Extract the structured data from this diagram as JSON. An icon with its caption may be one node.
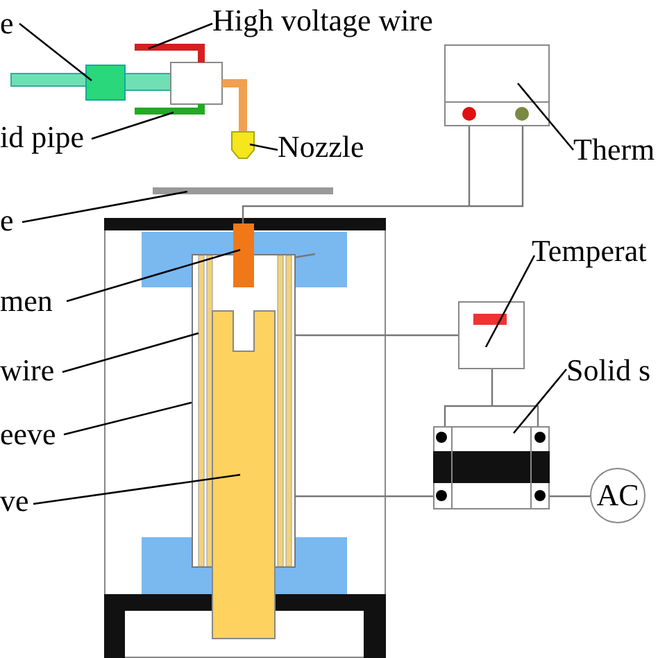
{
  "diagram": {
    "nodes": [
      {
        "text": [
          "e"
        ]
      },
      {
        "text": [],
        "shape": "box"
      },
      {
        "text": [
          "High voltage wire"
        ]
      },
      {
        "text": [],
        "shape": "bar"
      },
      {
        "text": [
          "id pipe"
        ]
      },
      {
        "text": [],
        "shape": "bar"
      },
      {
        "text": [
          "Nozzle"
        ]
      },
      {
        "text": [],
        "shape": "box"
      },
      {
        "text": [
          "Therm"
        ]
      },
      {
        "text": [],
        "shape": "box"
      },
      {
        "text": [
          "e"
        ]
      },
      {
        "text": [],
        "shape": "bar"
      },
      {
        "text": [
          "men"
        ]
      },
      {
        "text": [],
        "shape": "bar"
      },
      {
        "text": [
          "wire"
        ]
      },
      {
        "text": [],
        "shape": "bar"
      },
      {
        "text": [
          "eeve"
        ]
      },
      {
        "text": [],
        "shape": "box"
      },
      {
        "text": [
          "ve"
        ]
      },
      {
        "text": [],
        "shape": "bar"
      },
      {
        "text": [
          "Temperat"
        ]
      },
      {
        "text": [],
        "shape": "box"
      },
      {
        "text": [
          "Solid s"
        ]
      },
      {
        "text": [],
        "shape": "box"
      },
      {
        "text": [
          "AC"
        ]
      }
    ],
    "edges": [
      {
        "from": 0,
        "to": 1,
        "arrow": "none"
      },
      {
        "from": 2,
        "to": 3,
        "arrow": "none"
      },
      {
        "from": 4,
        "to": 5,
        "arrow": "none"
      },
      {
        "from": 6,
        "to": 7,
        "arrow": "none"
      },
      {
        "from": 8,
        "to": 9,
        "arrow": "none"
      },
      {
        "from": 10,
        "to": 11,
        "arrow": "none"
      },
      {
        "from": 12,
        "to": 13,
        "arrow": "none"
      },
      {
        "from": 14,
        "to": 15,
        "arrow": "none"
      },
      {
        "from": 16,
        "to": 17,
        "arrow": "none"
      },
      {
        "from": 18,
        "to": 19,
        "arrow": "none"
      },
      {
        "from": 20,
        "to": 21,
        "arrow": "none"
      },
      {
        "from": 22,
        "to": 23,
        "arrow": "none"
      },
      {
        "from": 13,
        "to": 9,
        "arrow": "none",
        "color": "#777777"
      },
      {
        "from": 13,
        "to": null,
        "arrow": "none",
        "color": "#777777"
      },
      {
        "from": 21,
        "to": 17,
        "arrow": "none",
        "color": "#777777"
      },
      {
        "from": 21,
        "to": 23,
        "arrow": "none",
        "color": "#777777"
      },
      {
        "from": 23,
        "to": 24,
        "arrow": "none",
        "color": "#777777"
      },
      {
        "from": 23,
        "to": 17,
        "arrow": "none",
        "color": "#777777"
      }
    ]
  }
}
